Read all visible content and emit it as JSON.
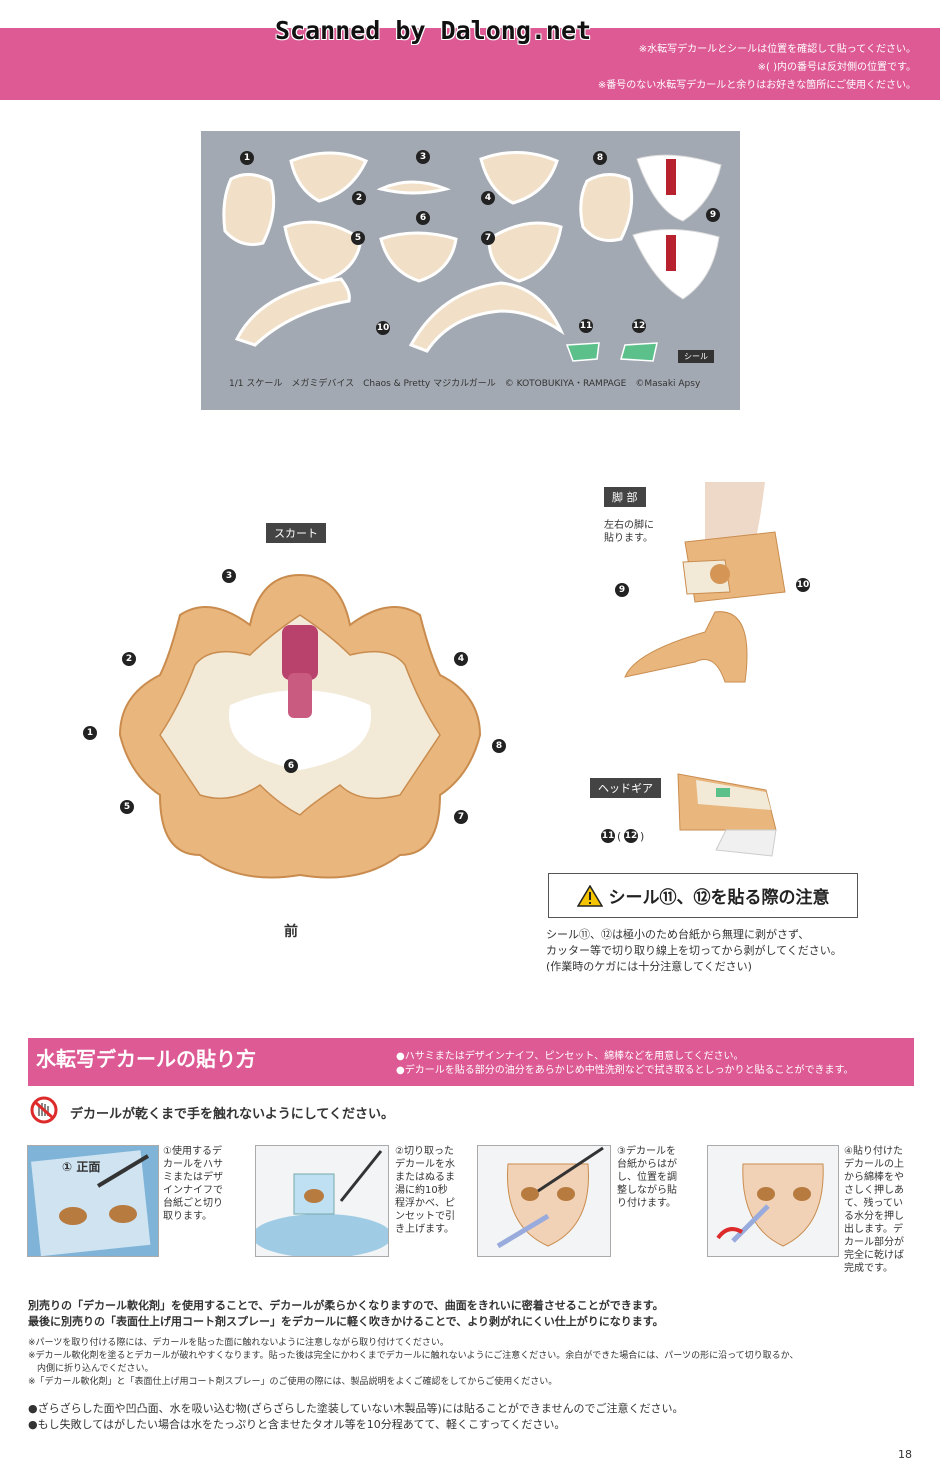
{
  "watermark": "Scanned by Dalong.net",
  "header": {
    "notes": [
      "※水転写デカールとシールは位置を確認して貼ってください。",
      "※( )内の番号は反対側の位置です。",
      "※番号のない水転写デカールと余りはお好きな箇所にご使用ください。"
    ]
  },
  "decal_sheet": {
    "numbers": [
      "1",
      "2",
      "3",
      "4",
      "5",
      "6",
      "7",
      "8",
      "9",
      "10",
      "11",
      "12"
    ],
    "seal_label": "シール",
    "caption": "1/1 スケール　メガミデバイス　Chaos & Pretty マジカルガール　© KOTOBUKIYA・RAMPAGE　©Masaki Apsy"
  },
  "skirt": {
    "tag": "スカート",
    "front_label": "前",
    "callouts": [
      "3",
      "2",
      "4",
      "1",
      "8",
      "5",
      "6",
      "7"
    ]
  },
  "leg": {
    "tag": "脚 部",
    "instruction_1": "左右の脚に",
    "instruction_2": "貼ります。",
    "callouts": [
      "9",
      "10"
    ]
  },
  "headgear": {
    "tag": "ヘッドギア",
    "callout_a": "11",
    "callout_b": "12"
  },
  "caution": {
    "title": "シール⑪、⑫を貼る際の注意",
    "lines": [
      "シール⑪、⑫は極小のため台紙から無理に剥がさず、",
      "カッター等で切り取り線上を切ってから剥がしてください。",
      "(作業時のケガには十分注意してください)"
    ]
  },
  "water_decal": {
    "title": "水転写デカールの貼り方",
    "notes": [
      "●ハサミまたはデザインナイフ、ピンセット、綿棒などを用意してください。",
      "●デカールを貼る部分の油分をあらかじめ中性洗剤などで拭き取るとしっかりと貼ることができます。"
    ],
    "warning": "デカールが乾くまで手を触れないようにしてください。",
    "steps": [
      {
        "text": "①使用するデ\nカールをハサ\nミまたはデザ\nインナイフで\n台紙ごと切り\n取ります。",
        "label": "① 正面"
      },
      {
        "text": "②切り取った\nデカールを水\nまたはぬるま\n湯に約10秒\n程浮かべ、ピ\nンセットで引\nき上げます。"
      },
      {
        "text": "③デカールを\n台紙からはが\nし、位置を調\n整しながら貼\nり付けます。"
      },
      {
        "text": "④貼り付けた\nデカールの上\nから綿棒をや\nさしく押しあ\nて、残ってい\nる水分を押し\n出します。デ\nカール部分が\n完全に乾けば\n完成です。"
      }
    ],
    "tips": [
      "別売りの「デカール軟化剤」を使用することで、デカールが柔らかくなりますので、曲面をきれいに密着させることができます。",
      "最後に別売りの「表面仕上げ用コート剤スプレー」をデカールに軽く吹きかけることで、より剥がれにくい仕上がりになります。"
    ],
    "fine_print": [
      "※パーツを取り付ける際には、デカールを貼った面に触れないように注意しながら取り付けてください。",
      "※デカール軟化剤を塗るとデカールが破れやすくなります。貼った後は完全にかわくまでデカールに触れないようにご注意ください。余白ができた場合には、パーツの形に沿って切り取るか、",
      "　内側に折り込んでください。",
      "※「デカール軟化剤」と「表面仕上げ用コート剤スプレー」のご使用の際には、製品説明をよくご確認をしてからご使用ください。"
    ],
    "bullets": [
      "●ざらざらした面や凹凸面、水を吸い込む物(ざらざらした塗装していない木製品等)には貼ることができませんのでご注意ください。",
      "●もし失敗してはがしたい場合は水をたっぷりと含ませたタオル等を10分程あてて、軽くこすってください。"
    ]
  },
  "page_number": "18",
  "colors": {
    "accent": "#dd5a94",
    "sheet": "#a3a9b2",
    "skin": "#e9b77e",
    "ivory": "#f2e9d6",
    "seal_green": "#5cc08a"
  }
}
